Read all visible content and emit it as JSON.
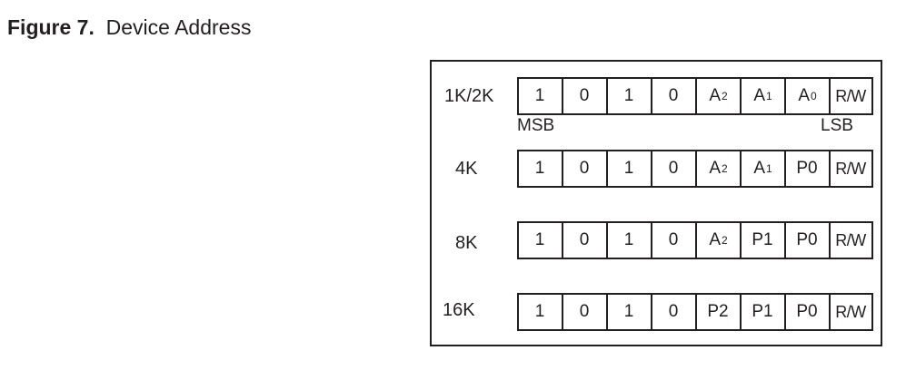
{
  "caption": {
    "figure_number": "Figure 7.",
    "title": "Device Address"
  },
  "rows": [
    {
      "label": "1K/2K",
      "bits": [
        {
          "main": "1",
          "sub": ""
        },
        {
          "main": "0",
          "sub": ""
        },
        {
          "main": "1",
          "sub": ""
        },
        {
          "main": "0",
          "sub": ""
        },
        {
          "main": "A",
          "sub": "2"
        },
        {
          "main": "A",
          "sub": "1"
        },
        {
          "main": "A",
          "sub": "0"
        },
        {
          "main": "R/W",
          "sub": ""
        }
      ]
    },
    {
      "label": "4K",
      "bits": [
        {
          "main": "1",
          "sub": ""
        },
        {
          "main": "0",
          "sub": ""
        },
        {
          "main": "1",
          "sub": ""
        },
        {
          "main": "0",
          "sub": ""
        },
        {
          "main": "A",
          "sub": "2"
        },
        {
          "main": "A",
          "sub": "1"
        },
        {
          "main": "P0",
          "sub": ""
        },
        {
          "main": "R/W",
          "sub": ""
        }
      ]
    },
    {
      "label": "8K",
      "bits": [
        {
          "main": "1",
          "sub": ""
        },
        {
          "main": "0",
          "sub": ""
        },
        {
          "main": "1",
          "sub": ""
        },
        {
          "main": "0",
          "sub": ""
        },
        {
          "main": "A",
          "sub": "2"
        },
        {
          "main": "P1",
          "sub": ""
        },
        {
          "main": "P0",
          "sub": ""
        },
        {
          "main": "R/W",
          "sub": ""
        }
      ]
    },
    {
      "label": "16K",
      "bits": [
        {
          "main": "1",
          "sub": ""
        },
        {
          "main": "0",
          "sub": ""
        },
        {
          "main": "1",
          "sub": ""
        },
        {
          "main": "0",
          "sub": ""
        },
        {
          "main": "P2",
          "sub": ""
        },
        {
          "main": "P1",
          "sub": ""
        },
        {
          "main": "P0",
          "sub": ""
        },
        {
          "main": "R/W",
          "sub": ""
        }
      ]
    }
  ],
  "bit_labels": {
    "msb": "MSB",
    "lsb": "LSB"
  },
  "colors": {
    "ink": "#231f20",
    "background": "#ffffff"
  }
}
